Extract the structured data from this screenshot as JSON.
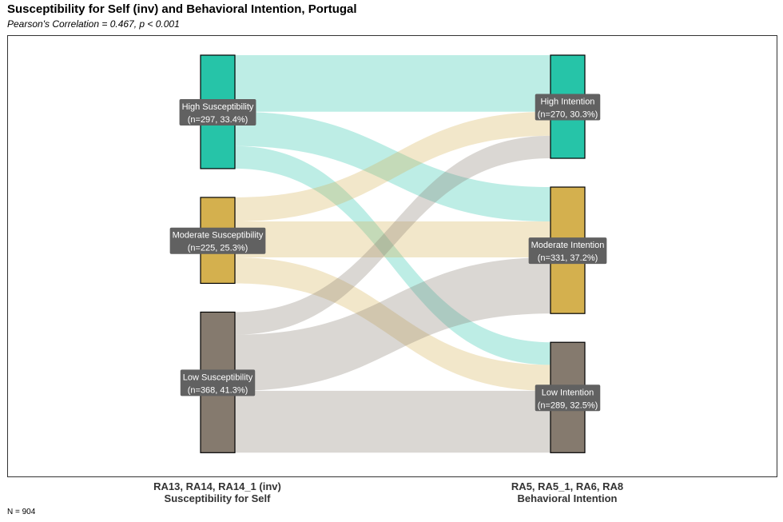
{
  "header": {
    "title": "Susceptibility for Self (inv) and Behavioral Intention, Portugal",
    "subtitle": "Pearson's Correlation = 0.467, p < 0.001"
  },
  "axes": {
    "left": {
      "line1": "RA13, RA14, RA14_1 (inv)",
      "line2": "Susceptibility for Self"
    },
    "right": {
      "line1": "RA5, RA5_1, RA6, RA8",
      "line2": "Behavioral Intention"
    }
  },
  "footnote": "N = 904",
  "chart_data": {
    "type": "sankey",
    "total": 904,
    "left_nodes": [
      {
        "id": "high_s",
        "label": "High Susceptibility",
        "count_label": "(n=297, 33.4%)",
        "n": 297,
        "color": "#26C4A8"
      },
      {
        "id": "mod_s",
        "label": "Moderate Susceptibility",
        "count_label": "(n=225, 25.3%)",
        "n": 225,
        "color": "#D4B04E"
      },
      {
        "id": "low_s",
        "label": "Low Susceptibility",
        "count_label": "(n=368, 41.3%)",
        "n": 368,
        "color": "#857A6E"
      }
    ],
    "right_nodes": [
      {
        "id": "high_i",
        "label": "High Intention",
        "count_label": "(n=270, 30.3%)",
        "n": 270,
        "color": "#26C4A8"
      },
      {
        "id": "mod_i",
        "label": "Moderate Intention",
        "count_label": "(n=331, 37.2%)",
        "n": 331,
        "color": "#D4B04E"
      },
      {
        "id": "low_i",
        "label": "Low Intention",
        "count_label": "(n=289, 32.5%)",
        "n": 289,
        "color": "#857A6E"
      }
    ],
    "flows": [
      {
        "source": "high_s",
        "target": "high_i",
        "value": 148
      },
      {
        "source": "high_s",
        "target": "mod_i",
        "value": 90
      },
      {
        "source": "high_s",
        "target": "low_i",
        "value": 59
      },
      {
        "source": "mod_s",
        "target": "high_i",
        "value": 63
      },
      {
        "source": "mod_s",
        "target": "mod_i",
        "value": 94
      },
      {
        "source": "mod_s",
        "target": "low_i",
        "value": 68
      },
      {
        "source": "low_s",
        "target": "high_i",
        "value": 59
      },
      {
        "source": "low_s",
        "target": "mod_i",
        "value": 147
      },
      {
        "source": "low_s",
        "target": "low_i",
        "value": 162
      }
    ]
  }
}
